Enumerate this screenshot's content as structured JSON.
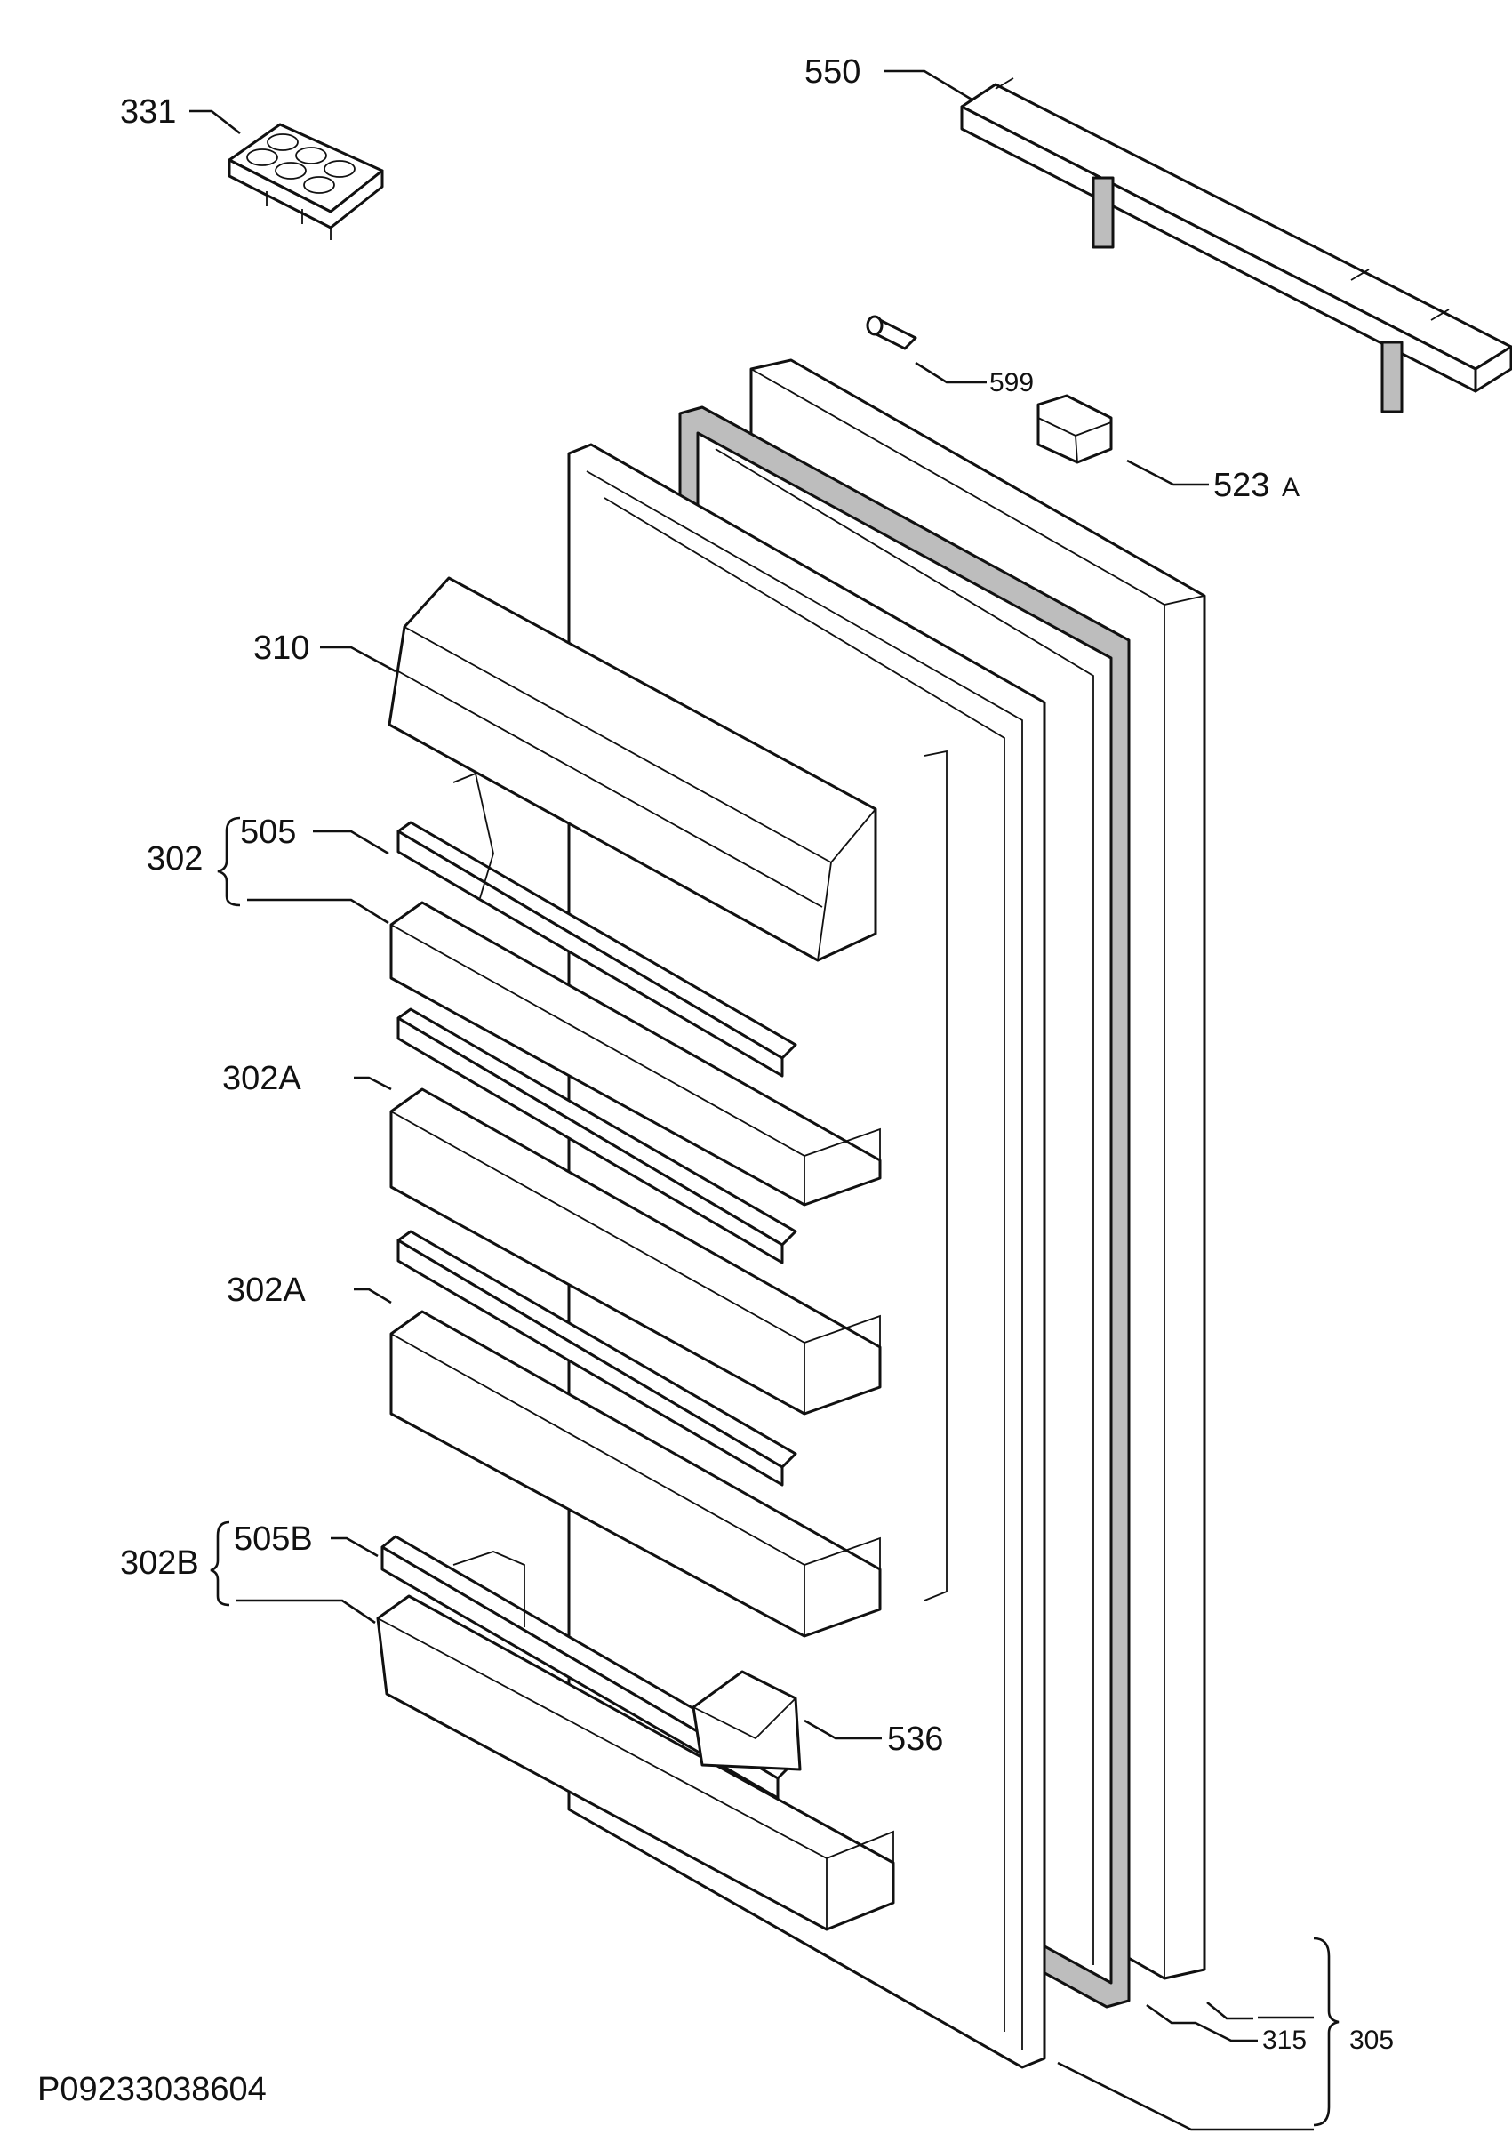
{
  "labels": {
    "l331": "331",
    "l550": "550",
    "l599": "599",
    "l523": "523",
    "l523suffix": "A",
    "l310": "310",
    "l302": "302",
    "l505": "505",
    "l302a_1": "302A",
    "l302a_2": "302A",
    "l302b": "302B",
    "l505b": "505B",
    "l536": "536",
    "l315": "315",
    "l305": "305"
  },
  "drawing_code": "P09233038604"
}
